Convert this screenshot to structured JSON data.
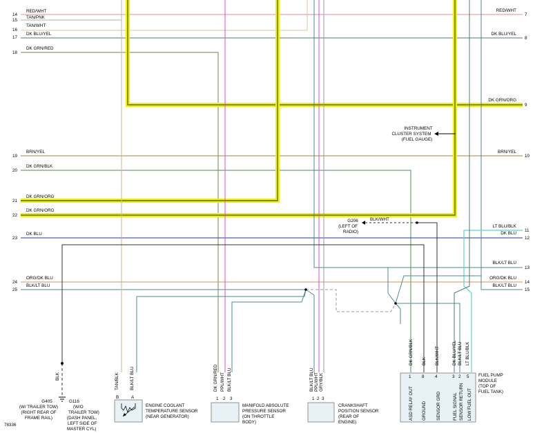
{
  "left_pins": [
    "14",
    "15",
    "16",
    "17",
    "18",
    "19",
    "20",
    "21",
    "22",
    "23",
    "24",
    "25"
  ],
  "right_pins": [
    "7",
    "8",
    "9",
    "10",
    "11",
    "12",
    "13",
    "14",
    "15"
  ],
  "wires_left": [
    "RED/WHT",
    "TAN/PNK",
    "TAN/WHT",
    "DK BLU/YEL",
    "DK GRN/RED",
    "BRN/YEL",
    "DK GRN/BLK",
    "DK GRN/ORG",
    "DK GRN/ORG",
    "DK BLU",
    "ORG/DK BLU",
    "BLK/LT BLU"
  ],
  "wires_right": [
    "RED/WHT",
    "DK BLU/YEL",
    "DK GRN/ORG",
    "BRN/YEL",
    "LT BLU/BLK",
    "DK BLU",
    "BLK/LT BLU",
    "ORG/DK BLU",
    "BLK/LT BLU"
  ],
  "instrument_cluster": [
    "INSTRUMENT",
    "CLUSTER SYSTEM",
    "(FUEL GAUGE)"
  ],
  "g206": [
    "G206",
    "(LEFT OF",
    "RADIO)"
  ],
  "g206_wire": "BLK/WHT",
  "ground_wire": "BLK",
  "g405": [
    "G405",
    "(W/ TRAILER TOW)",
    "(RIGHT REAR OF",
    "FRAME RAIL)"
  ],
  "g116": [
    "G116",
    "(W/O",
    "TRAILER TOW)",
    "(DASH PANEL,",
    "LEFT SIDE OF",
    "MASTER CYL)"
  ],
  "ect": {
    "pins": [
      "B",
      "A"
    ],
    "wires": [
      "TAN/BLK",
      "BLK/LT BLU"
    ],
    "label": [
      "ENGINE COOLANT",
      "TEMPERATURE SENSOR",
      "(NEAR GENERATOR)"
    ]
  },
  "map": {
    "pins": [
      "1",
      "2",
      "3"
    ],
    "wires": [
      "DK GRN/RED",
      "PPL/WHT",
      "BLK/LT BLU"
    ],
    "label": [
      "MANIFOLD ABSOLUTE",
      "PRESSURE SENSOR",
      "(ON THROTTLE",
      "BODY)"
    ]
  },
  "ckp": {
    "pins": [
      "1",
      "2",
      "3"
    ],
    "wires": [
      "BLK/LT BLU",
      "PPL/WHT",
      "GRY/BLK"
    ],
    "label": [
      "CRANKSHAFT",
      "POSITION SENSOR",
      "(REAR OF",
      "ENGINE)"
    ]
  },
  "fpm": {
    "pins": [
      "1",
      "8",
      "4",
      "3",
      "2",
      "5"
    ],
    "wires": [
      "DK GRN/BLK",
      "BLK",
      "BLK/WHT",
      "DK BLU/YEL",
      "BLK/LT BLU",
      "LT BLU/BLK"
    ],
    "circuits": [
      "ASD RELAY OUT",
      "GROUND",
      "SENSOR GRD",
      "FUEL SIGNAL",
      "SENSOR RETURN",
      "LOW FUEL OUT"
    ],
    "label": [
      "FUEL PUMP",
      "MODULE",
      "(TOP OF",
      "FUEL TANK)"
    ]
  },
  "figure_number": "78336",
  "colors": {
    "red_wht": "#e88b8b",
    "tan": "#c8b59a",
    "tan_wht": "#d9c4a0",
    "dk_blu_yel": "#4e7a6a",
    "dk_grn_red": "#6e8a44",
    "brn_yel": "#a08a2a",
    "dk_grn_blk": "#4e8a58",
    "highlight_yellow": "#f2f200",
    "highlight_core": "#556b2f",
    "dk_blu": "#2233aa",
    "org_dk_blu": "#d99055",
    "blk_lt_blu": "#4a8a90",
    "lt_blu_blk": "#5ed3d3",
    "ppl": "#d050d0",
    "gry_blk": "#8aa2a8",
    "blk": "#333333"
  }
}
